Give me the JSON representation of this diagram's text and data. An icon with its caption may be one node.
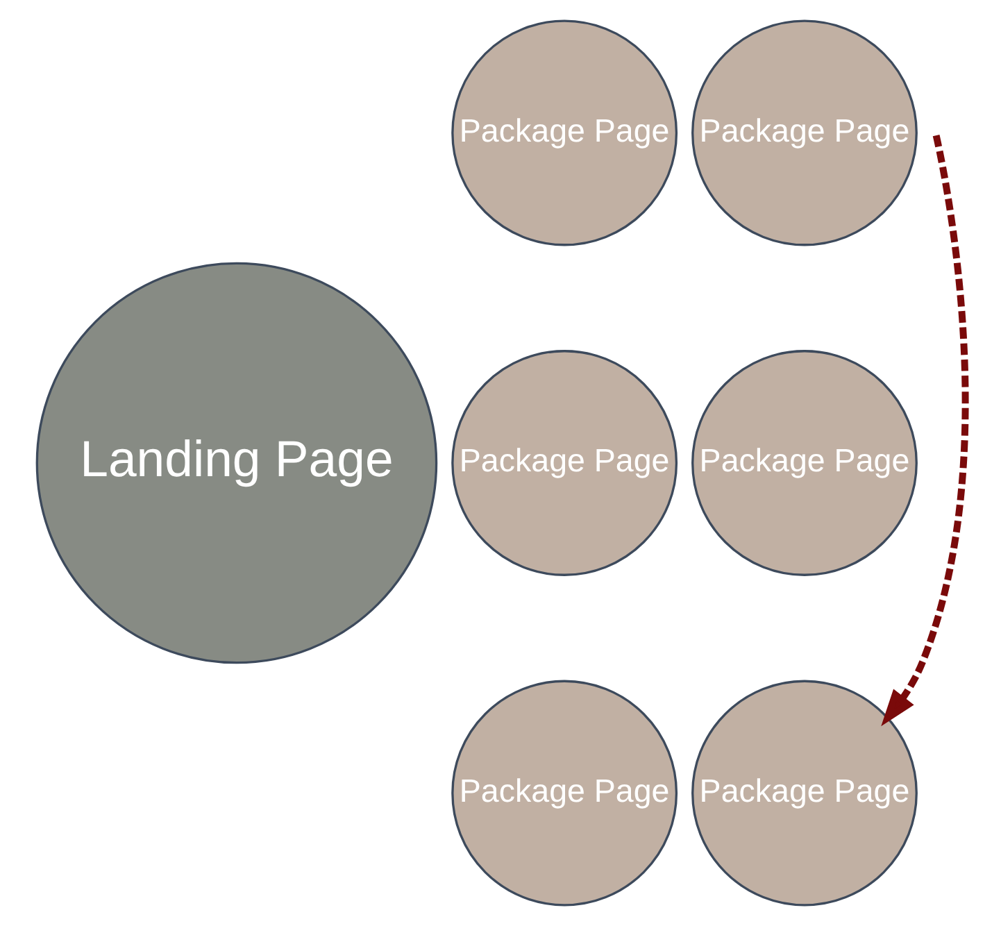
{
  "diagram": {
    "nodes": [
      {
        "text": [
          "Landing Page"
        ]
      },
      {
        "text": [
          "Package Page"
        ]
      },
      {
        "text": [
          "Package Page"
        ]
      },
      {
        "text": [
          "Package Page"
        ]
      },
      {
        "text": [
          "Package Page"
        ]
      },
      {
        "text": [
          "Package Page"
        ]
      },
      {
        "text": [
          "Package Page"
        ]
      }
    ],
    "edges": [
      {
        "from": null,
        "to": 6,
        "arrow": "to",
        "style": "dashed",
        "color": "#7a0a0a"
      }
    ]
  }
}
